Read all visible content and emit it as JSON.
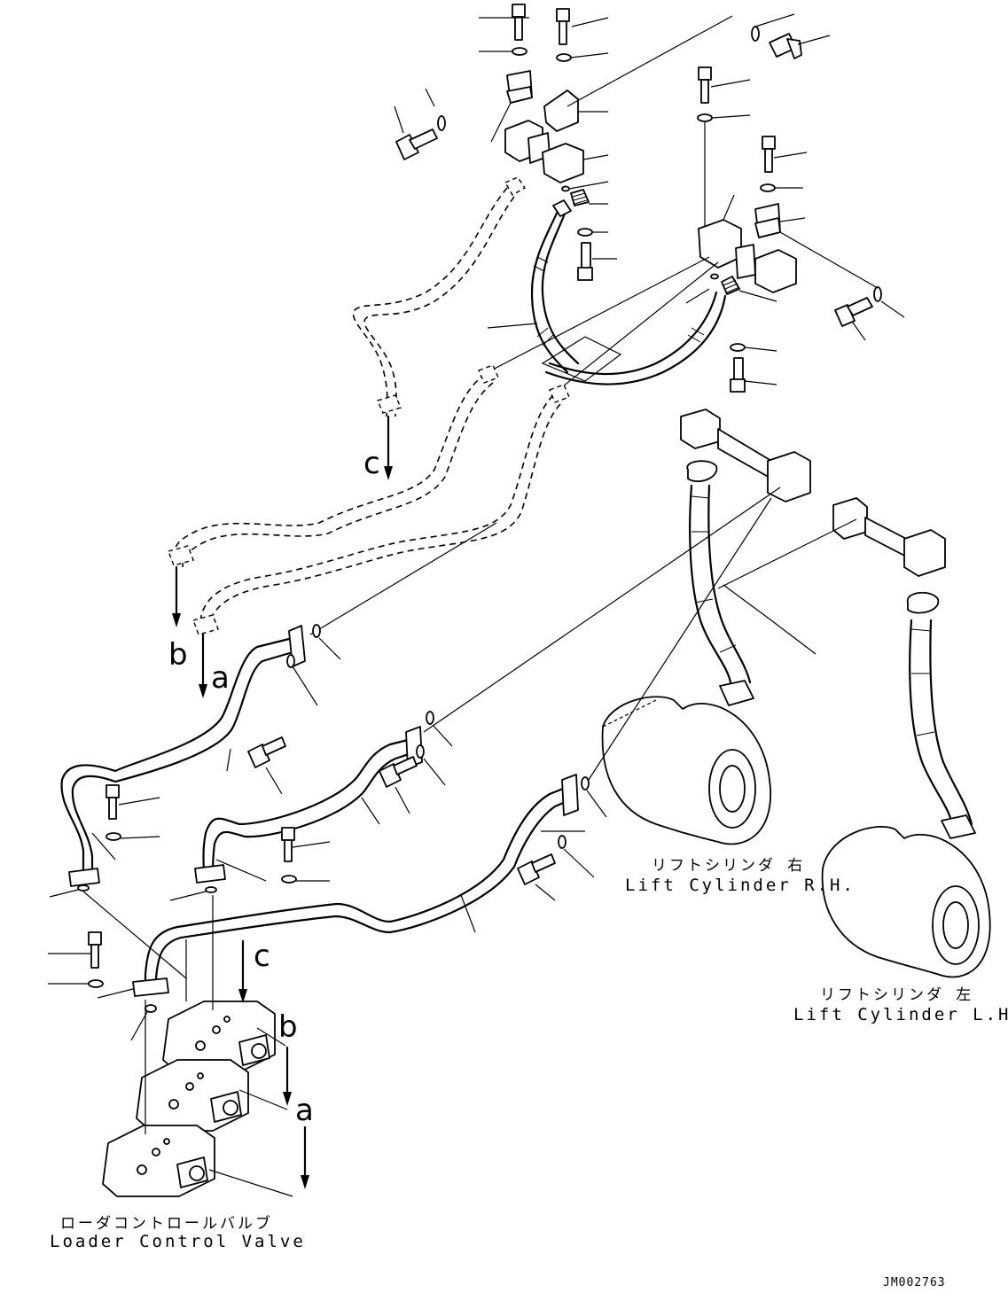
{
  "labels": {
    "lift_cylinder_rh": {
      "jp": "リフトシリンダ 右",
      "en": "Lift Cylinder R.H."
    },
    "lift_cylinder_lh": {
      "jp": "リフトシリンダ 左",
      "en": "Lift Cylinder L.H."
    },
    "loader_control_valve": {
      "jp": "ローダコントロールバルブ",
      "en": "Loader Control Valve"
    }
  },
  "markers": {
    "a": "a",
    "b": "b",
    "c": "c"
  },
  "drawing_code": "JM002763"
}
